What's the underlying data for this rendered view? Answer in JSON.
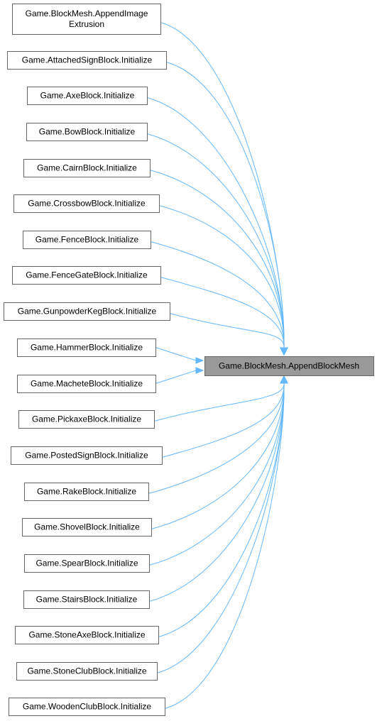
{
  "target": {
    "label": "Game.BlockMesh.AppendBlockMesh"
  },
  "callers": [
    {
      "lines": [
        "Game.BlockMesh.AppendImage",
        "Extrusion"
      ]
    },
    {
      "lines": [
        "Game.AttachedSignBlock.Initialize"
      ]
    },
    {
      "lines": [
        "Game.AxeBlock.Initialize"
      ]
    },
    {
      "lines": [
        "Game.BowBlock.Initialize"
      ]
    },
    {
      "lines": [
        "Game.CairnBlock.Initialize"
      ]
    },
    {
      "lines": [
        "Game.CrossbowBlock.Initialize"
      ]
    },
    {
      "lines": [
        "Game.FenceBlock.Initialize"
      ]
    },
    {
      "lines": [
        "Game.FenceGateBlock.Initialize"
      ]
    },
    {
      "lines": [
        "Game.GunpowderKegBlock.Initialize"
      ]
    },
    {
      "lines": [
        "Game.HammerBlock.Initialize"
      ]
    },
    {
      "lines": [
        "Game.MacheteBlock.Initialize"
      ]
    },
    {
      "lines": [
        "Game.PickaxeBlock.Initialize"
      ]
    },
    {
      "lines": [
        "Game.PostedSignBlock.Initialize"
      ]
    },
    {
      "lines": [
        "Game.RakeBlock.Initialize"
      ]
    },
    {
      "lines": [
        "Game.ShovelBlock.Initialize"
      ]
    },
    {
      "lines": [
        "Game.SpearBlock.Initialize"
      ]
    },
    {
      "lines": [
        "Game.StairsBlock.Initialize"
      ]
    },
    {
      "lines": [
        "Game.StoneAxeBlock.Initialize"
      ]
    },
    {
      "lines": [
        "Game.StoneClubBlock.Initialize"
      ]
    },
    {
      "lines": [
        "Game.WoodenClubBlock.Initialize"
      ]
    }
  ],
  "colors": {
    "edge": "#63b8ff",
    "target_fill": "#999999",
    "node_border": "#666666"
  }
}
